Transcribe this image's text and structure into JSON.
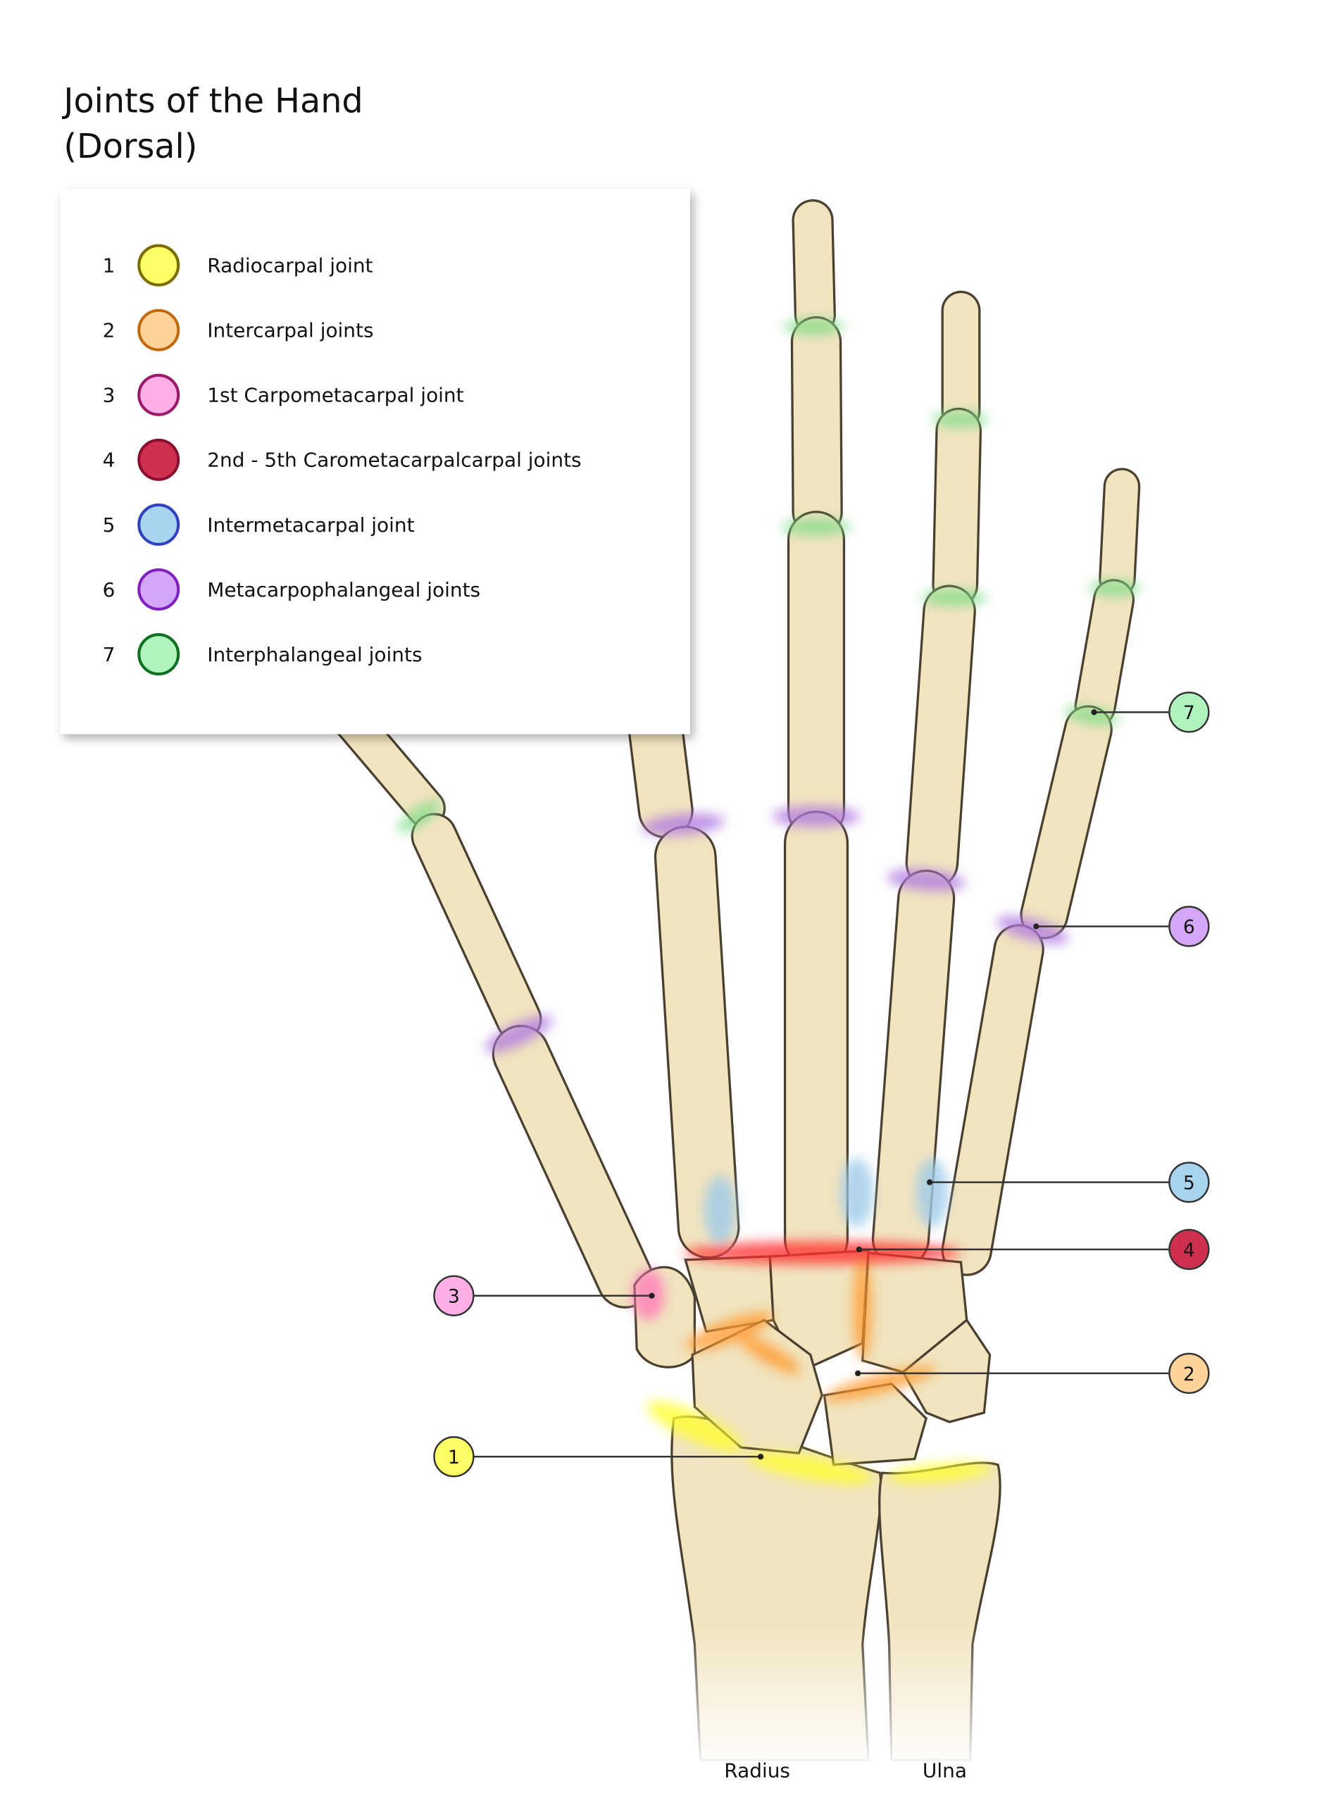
{
  "title": {
    "line1": "Joints of the Hand",
    "line2": "(Dorsal)"
  },
  "legend": [
    {
      "num": "1",
      "label": "Radiocarpal joint",
      "fill": "#ffff66",
      "stroke": "#7a6c00"
    },
    {
      "num": "2",
      "label": "Intercarpal joints",
      "fill": "#ffd39a",
      "stroke": "#c06a10"
    },
    {
      "num": "3",
      "label": "1st Carpometacarpal joint",
      "fill": "#ffaee6",
      "stroke": "#9a1a6a"
    },
    {
      "num": "4",
      "label": "2nd - 5th Carometacarpalcarpal joints",
      "fill": "#d0304f",
      "stroke": "#8a1030"
    },
    {
      "num": "5",
      "label": "Intermetacarpal joint",
      "fill": "#a8d4f0",
      "stroke": "#3040c0"
    },
    {
      "num": "6",
      "label": "Metacarpophalangeal joints",
      "fill": "#d4a6f8",
      "stroke": "#8020c0"
    },
    {
      "num": "7",
      "label": "Interphalangeal joints",
      "fill": "#b0f5c0",
      "stroke": "#107020"
    }
  ],
  "bone_labels": {
    "radius": "Radius",
    "ulna": "Ulna"
  }
}
